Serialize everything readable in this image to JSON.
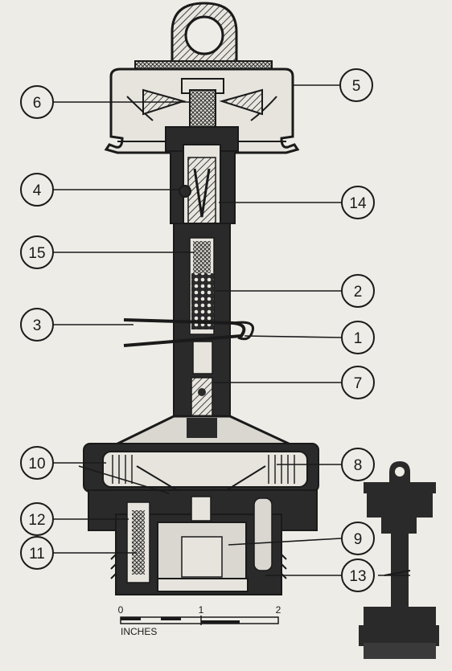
{
  "callouts": {
    "c1": "1",
    "c2": "2",
    "c3": "3",
    "c4": "4",
    "c5": "5",
    "c6": "6",
    "c7": "7",
    "c8": "8",
    "c9": "9",
    "c10": "10",
    "c11": "11",
    "c12": "12",
    "c13": "13",
    "c14": "14",
    "c15": "15"
  },
  "scale": {
    "tick_0": "0",
    "tick_1": "1",
    "tick_2": "2",
    "unit": "INCHES"
  },
  "colors": {
    "ink": "#1a1a1a",
    "paper": "#eeece6",
    "body_fill": "#2a2a2a",
    "light_fill": "#d9d7d0"
  }
}
